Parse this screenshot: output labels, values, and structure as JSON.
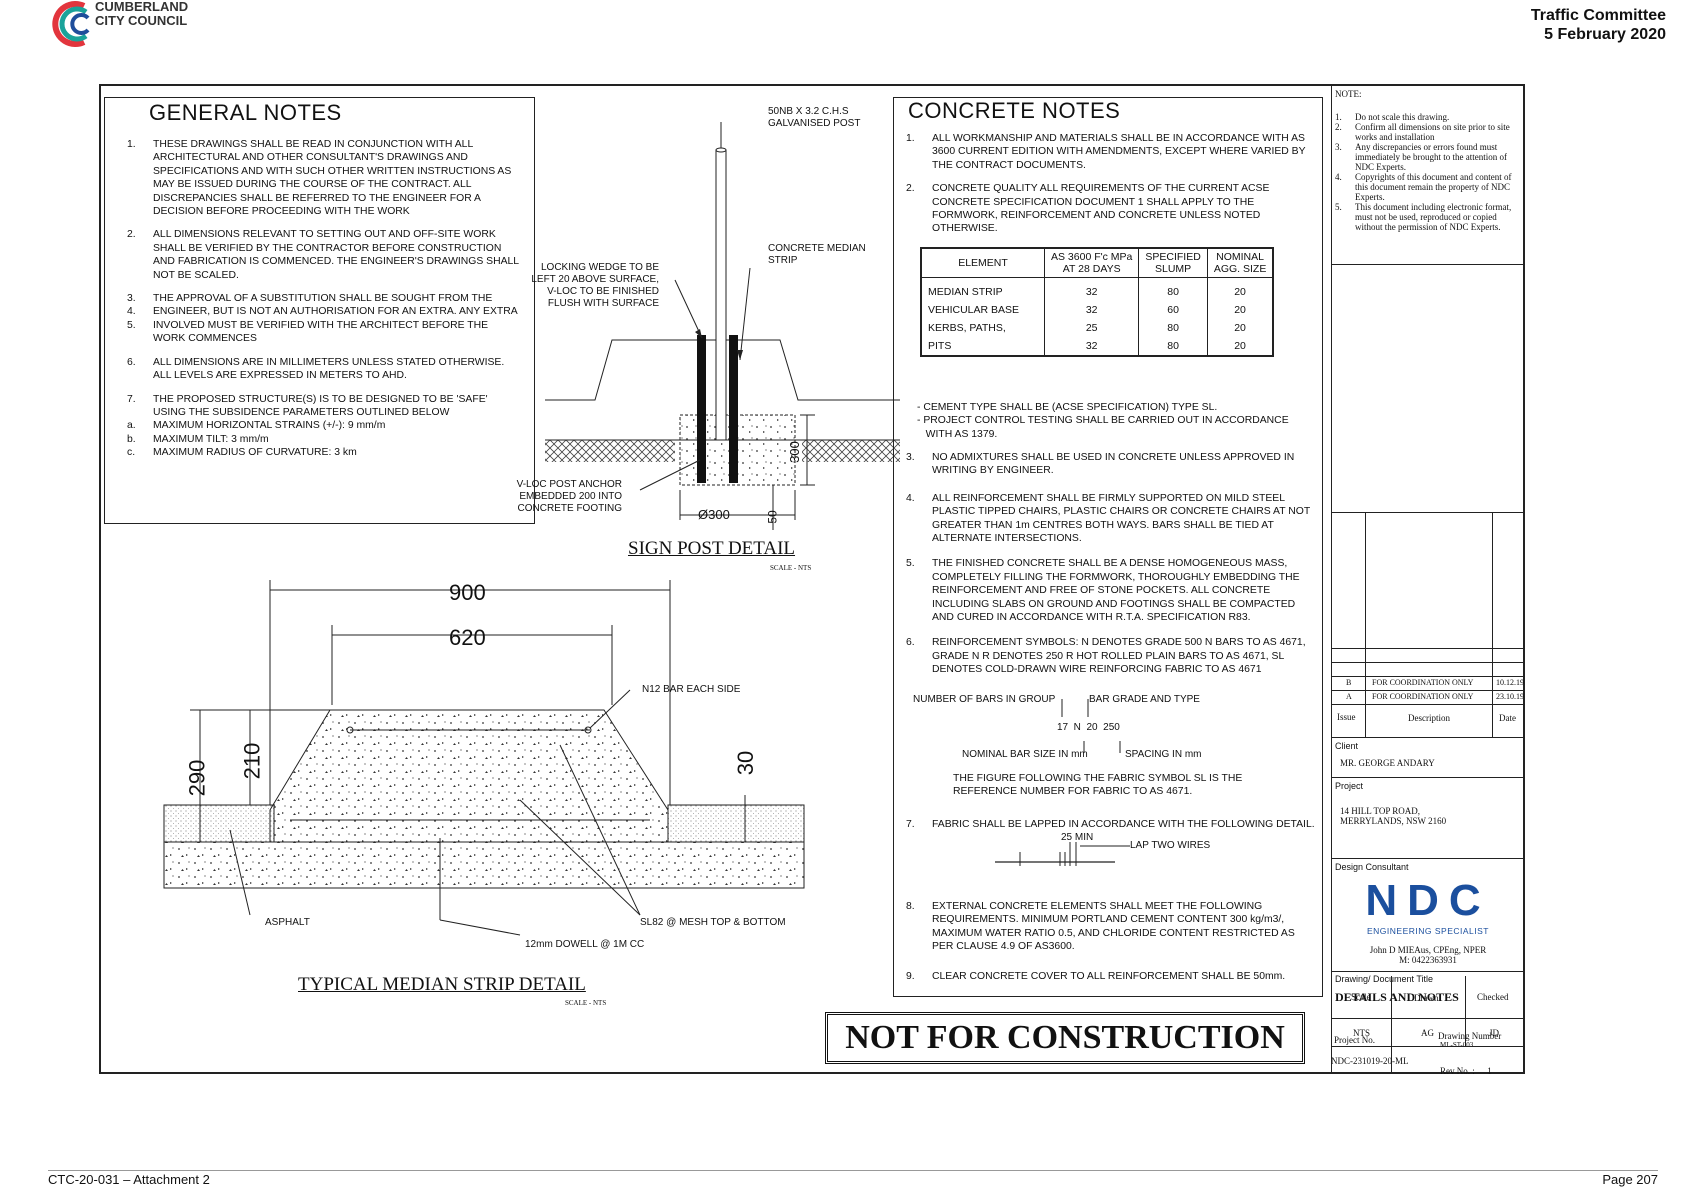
{
  "header": {
    "council_line1": "CUMBERLAND",
    "council_line2": "CITY COUNCIL",
    "committee": "Traffic Committee",
    "date": "5 February 2020"
  },
  "footer": {
    "left": "CTC-20-031 – Attachment 2",
    "right": "Page 207"
  },
  "general_notes": {
    "title": "GENERAL NOTES",
    "items": [
      {
        "n": "1.",
        "text": "THESE DRAWINGS SHALL BE READ IN CONJUNCTION WITH ALL ARCHITECTURAL AND OTHER CONSULTANT'S DRAWINGS AND SPECIFICATIONS AND WITH SUCH OTHER WRITTEN INSTRUCTIONS AS MAY BE ISSUED DURING THE COURSE OF THE CONTRACT. ALL DISCREPANCIES SHALL BE REFERRED TO THE ENGINEER FOR A DECISION BEFORE PROCEEDING WITH THE WORK"
      },
      {
        "n": "2.",
        "text": "ALL DIMENSIONS RELEVANT TO SETTING OUT AND OFF-SITE WORK SHALL BE VERIFIED BY THE CONTRACTOR BEFORE CONSTRUCTION AND FABRICATION IS COMMENCED. THE ENGINEER'S DRAWINGS SHALL NOT BE SCALED."
      },
      {
        "n": "3.\n4.\n5.",
        "text": "THE APPROVAL OF A SUBSTITUTION SHALL BE SOUGHT FROM THE ENGINEER, BUT IS NOT AN AUTHORISATION FOR AN EXTRA. ANY EXTRA INVOLVED MUST BE VERIFIED WITH THE ARCHITECT BEFORE THE WORK COMMENCES"
      },
      {
        "n": "6.",
        "text": "ALL DIMENSIONS ARE IN MILLIMETERS UNLESS STATED OTHERWISE. ALL LEVELS ARE EXPRESSED IN METERS TO AHD."
      },
      {
        "n": "7.\n\na.\nb.\nc.",
        "text": "THE PROPOSED STRUCTURE(S) IS TO BE DESIGNED TO BE 'SAFE' USING THE SUBSIDENCE PARAMETERS OUTLINED BELOW\nMAXIMUM HORIZONTAL STRAINS (+/-): 9 mm/m\nMAXIMUM TILT: 3 mm/m\nMAXIMUM RADIUS OF CURVATURE: 3 km"
      }
    ]
  },
  "sign_post": {
    "title": "SIGN POST DETAIL",
    "scale": "SCALE - NTS",
    "label_post": "50NB X 3.2 C.H.S\nGALVANISED POST",
    "label_median": "CONCRETE MEDIAN\nSTRIP",
    "label_wedge": "LOCKING WEDGE TO BE\nLEFT 20 ABOVE SURFACE,\nV-LOC TO BE FINISHED\nFLUSH WITH SURFACE",
    "label_anchor": "V-LOC POST ANCHOR\nEMBEDDED 200 INTO\nCONCRETE FOOTING",
    "dim_300_depth": "300",
    "dim_dia": "Ø300",
    "dim_50": "50"
  },
  "median": {
    "title": "TYPICAL MEDIAN STRIP DETAIL",
    "scale": "SCALE - NTS",
    "dim_900": "900",
    "dim_620": "620",
    "dim_290": "290",
    "dim_210": "210",
    "dim_30": "30",
    "label_n12": "N12 BAR EACH SIDE",
    "label_asphalt": "ASPHALT",
    "label_sl82": "SL82 @ MESH TOP & BOTTOM",
    "label_dowell": "12mm DOWELL @ 1M CC"
  },
  "concrete_notes": {
    "title": "CONCRETE NOTES",
    "n1": "ALL WORKMANSHIP AND MATERIALS SHALL BE IN ACCORDANCE WITH AS 3600 CURRENT EDITION WITH AMENDMENTS, EXCEPT WHERE VARIED BY THE CONTRACT DOCUMENTS.",
    "n2": "CONCRETE QUALITY ALL REQUIREMENTS OF THE CURRENT ACSE CONCRETE SPECIFICATION DOCUMENT 1 SHALL APPLY TO THE FORMWORK, REINFORCEMENT AND CONCRETE UNLESS NOTED OTHERWISE.",
    "table": {
      "headers": [
        "ELEMENT",
        "AS 3600 F'c MPa\nAT 28 DAYS",
        "SPECIFIED\nSLUMP",
        "NOMINAL\nAGG. SIZE"
      ],
      "rows": [
        [
          "MEDIAN STRIP",
          "32",
          "80",
          "20"
        ],
        [
          "VEHICULAR BASE",
          "32",
          "60",
          "20"
        ],
        [
          "KERBS, PATHS,",
          "25",
          "80",
          "20"
        ],
        [
          "PITS",
          "32",
          "80",
          "20"
        ]
      ]
    },
    "bullet1": "- CEMENT TYPE SHALL BE (ACSE SPECIFICATION) TYPE SL.",
    "bullet2": "- PROJECT CONTROL TESTING SHALL BE CARRIED OUT IN ACCORDANCE\n   WITH AS 1379.",
    "n3": "NO ADMIXTURES SHALL BE USED IN CONCRETE UNLESS APPROVED IN WRITING BY ENGINEER.",
    "n4": "ALL REINFORCEMENT SHALL BE FIRMLY SUPPORTED ON MILD STEEL PLASTIC TIPPED CHAIRS, PLASTIC CHAIRS OR CONCRETE CHAIRS AT NOT GREATER THAN 1m CENTRES BOTH WAYS. BARS SHALL BE TIED AT ALTERNATE INTERSECTIONS.",
    "n5": "THE FINISHED CONCRETE SHALL BE A DENSE HOMOGENEOUS MASS, COMPLETELY FILLING THE FORMWORK, THOROUGHLY EMBEDDING THE REINFORCEMENT AND FREE OF STONE POCKETS. ALL CONCRETE INCLUDING SLABS ON GROUND AND FOOTINGS SHALL BE COMPACTED AND CURED IN ACCORDANCE WITH R.T.A. SPECIFICATION R83.",
    "n6": "REINFORCEMENT SYMBOLS: N DENOTES GRADE 500 N BARS TO AS 4671, GRADE N R DENOTES 250 R HOT ROLLED PLAIN BARS TO AS 4671, SL DENOTES COLD-DRAWN WIRE REINFORCING FABRIC TO AS 4671",
    "bar_group": "NUMBER OF BARS IN GROUP",
    "bar_grade": "BAR GRADE AND TYPE",
    "bar_code": "17  N  20  250",
    "bar_size": "NOMINAL BAR SIZE IN mm",
    "bar_spacing": "SPACING IN mm",
    "fabric_ref": "THE FIGURE FOLLOWING THE FABRIC SYMBOL SL IS THE REFERENCE NUMBER FOR FABRIC TO AS 4671.",
    "n7": "FABRIC SHALL BE LAPPED IN ACCORDANCE WITH THE FOLLOWING DETAIL.",
    "lap_min": "25 MIN",
    "lap_wires": "LAP TWO WIRES",
    "n8": "EXTERNAL CONCRETE ELEMENTS SHALL MEET THE FOLLOWING REQUIREMENTS. MINIMUM PORTLAND CEMENT CONTENT 300 kg/m3/, MAXIMUM WATER RATIO 0.5, AND CHLORIDE CONTENT RESTRICTED AS PER CLAUSE 4.9 OF AS3600.",
    "n9": "CLEAR CONCRETE COVER TO ALL REINFORCEMENT SHALL BE 50mm."
  },
  "not_for_construction": "NOT FOR CONSTRUCTION",
  "title_block": {
    "note_title": "NOTE:",
    "notes": [
      {
        "n": "1.",
        "t": "Do not scale this drawing."
      },
      {
        "n": "2.",
        "t": "Confirm all dimensions on site prior to site works and installation"
      },
      {
        "n": "3.",
        "t": "Any discrepancies or errors found must immediately be brought to the attention of NDC Experts."
      },
      {
        "n": "4.",
        "t": "Copyrights of this document and content of this document remain the property of NDC Experts."
      },
      {
        "n": "5.",
        "t": "This document including electronic format, must not be used, reproduced or copied without the permission of NDC Experts."
      }
    ],
    "revisions": [
      {
        "issue": "B",
        "desc": "FOR COORDINATION ONLY",
        "date": "10.12.19"
      },
      {
        "issue": "A",
        "desc": "FOR COORDINATION ONLY",
        "date": "23.10.19"
      }
    ],
    "rev_hdr_issue": "Issue",
    "rev_hdr_desc": "Description",
    "rev_hdr_date": "Date",
    "client_label": "Client",
    "client": "MR. GEORGE ANDARY",
    "project_label": "Project",
    "project": "14 HILL TOP ROAD,\nMERRYLANDS, NSW 2160",
    "consultant_label": "Design Consultant",
    "ndc": "NDC",
    "ndc_sub": "ENGINEERING SPECIALIST",
    "engineer": "John D MIEAus, CPEng, NPER",
    "mobile": "M: 0422363931",
    "drawing_title_label": "Drawing/ Document Title",
    "drawing_title": "DETAILS AND NOTES",
    "scale_label": "Scale",
    "drawn_label": "Drawn",
    "checked_label": "Checked",
    "scale": "NTS",
    "drawn": "AG",
    "checked": "JD",
    "project_no_label": "Project No.",
    "project_no": "NDC-231019-20-ML",
    "drawing_number_label": "Drawing Number",
    "drawing_number": "ML-ST-003",
    "rev_no_label": "Rev No. :",
    "rev_no": "1"
  },
  "colors": {
    "logo_teal": "#1aa39a",
    "logo_red": "#e2353d",
    "logo_blue": "#1f4e9b",
    "ndc_blue": "#1b4f9e"
  }
}
